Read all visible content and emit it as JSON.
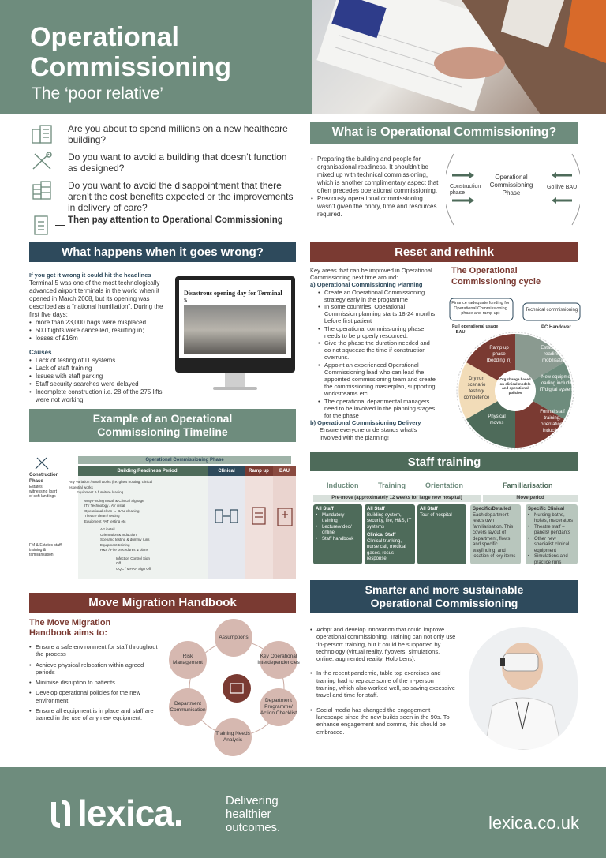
{
  "header": {
    "title_line1": "Operational",
    "title_line2": "Commissioning",
    "subtitle": "The ‘poor relative’"
  },
  "questions": [
    {
      "icon": "building-icon",
      "text": "Are you about to spend millions on a new healthcare building?"
    },
    {
      "icon": "tools-icon",
      "text": "Do you want to avoid a building that doesn’t function as designed?"
    },
    {
      "icon": "money-icon",
      "text": "Do you want to avoid the disappointment that there aren’t the cost benefits expected or the improvements in delivery of care?"
    },
    {
      "icon": "clipboard-icon",
      "text": "Then pay attention to Operational Commissioning"
    }
  ],
  "what_is": {
    "title": "What is Operational Commissioning?",
    "bullets": [
      "Preparing the building and people for organisational readiness. It shouldn’t be mixed up with technical commissioning, which is another complimentary aspect that often precedes operational commissioning.",
      "Previously operational commissioning wasn’t given the priory, time and resources required."
    ],
    "diagram": {
      "left": "Construction phase",
      "center": "Operational Commissioning Phase",
      "right": "Go live BAU"
    }
  },
  "wrong": {
    "title": "What happens when it goes wrong?",
    "lead": "If you get it wrong it could hit the headlines",
    "text": "Terminal 5 was one of the most technologically advanced airport terminals in the world when it opened in March 2008, but its opening was described as a “national humiliation”. During the first five days:",
    "bullets": [
      "more than 23,000 bags were misplaced",
      "500 flights were cancelled, resulting in;",
      "losses of £16m"
    ],
    "causes_title": "Causes",
    "causes": [
      "Lack of testing of IT systems",
      "Lack of staff training",
      "Issues with staff parking",
      "Staff security searches were delayed",
      "Incomplete construction i.e. 28 of the 275 lifts were not working."
    ],
    "headline": "Disastrous opening day for Terminal 5"
  },
  "reset": {
    "title": "Reset and rethink",
    "intro": "Key areas that can be improved in Operational Commissioning next time around:",
    "a_title": "a)  Operational Commissioning Planning",
    "a_bullets": [
      "Create an Operational Commissioning strategy early in the programme",
      "In some countries, Operational Commission planning starts 18-24 months before first patient",
      "The operational commissioning phase needs to be properly resourced.",
      "Give the phase the duration needed and do not squeeze the time if construction overruns.",
      "Appoint an experienced Operational Commissioning lead who can lead the appointed commissioning team and create the commissioning masterplan, supporting workstreams etc.",
      "The operational departmental managers need to be involved in the planning stages for the phase"
    ],
    "b_title": "b)  Operational Commissioning Delivery",
    "b_text": "Ensure everyone understands what’s involved with the planning!",
    "cycle_title": "The Operational Commissioning cycle",
    "cycle": {
      "finance": "Finance (adequate funding for Operational Commissioning phase and ramp up)",
      "technical": "Technical commissioning",
      "full_ops": "Full operational usage – BAU",
      "pc": "PC Handover",
      "center": "Org change based on clinical models and operational policies",
      "segments": [
        "Ramp up phase (bedding in)",
        "Estates + FM readiness/ mobilisation",
        "New equipment loading including IT/digital systems",
        "Formal staff training, orientation/ induction",
        "Physical moves",
        "Dry run scenario testing/ competence"
      ]
    }
  },
  "timeline": {
    "title_line1": "Example of an Operational",
    "title_line2": "Commissioning Timeline",
    "phase": "Operational Commissioning Phase",
    "construction": "Construction Phase",
    "brp": "Building Readiness Period",
    "clinical": "Clinical",
    "rampup": "Ramp up",
    "bau": "BAU",
    "side1": "Estates witnessing (part of soft landings",
    "side2": "FM & Estates staff training & familiarisation",
    "items": [
      "Any Variation / small works (i.e. glass frosting, clinical essential works",
      "Equipment & furniture loading",
      "Way Finding Install & Clinical Signage",
      "IT / Technology / AV install",
      "Operational clean → BAU cleaning",
      "Theatre clean / testing",
      "Equipment PAT testing etc",
      "Art install",
      "Orientation & Induction",
      "Scenario testing & dummy runs",
      "Equipment training",
      "H&S / Fire procedures & plans",
      "Infection Control Sign Off",
      "CQC / MHRA Sign Off"
    ]
  },
  "training": {
    "title": "Staff training",
    "stages": [
      "Induction",
      "Training",
      "Orientation",
      "Familiarisation"
    ],
    "premove": "Pre-move (approximately 12 weeks for large new hospital)",
    "move": "Move period",
    "boxes": [
      {
        "title": "All Staff",
        "lines": [
          "Mandatory training",
          "Lecture/video/ online",
          "Staff handbook"
        ]
      },
      {
        "title": "All Staff",
        "lines": [
          "Building system, security, fire, H&S, IT systems"
        ],
        "title2": "Clinical Staff",
        "lines2": [
          "Clinical trunking, nurse call, medical gases, resus response"
        ]
      },
      {
        "title": "All Staff",
        "lines": [
          "Tour of hospital"
        ]
      },
      {
        "title": "Specific/Detailed",
        "lines": [
          "Each department leads own familiarisation. This covers layout of department, flows and specific wayfinding, and location of key items"
        ]
      },
      {
        "title": "Specific Clinical",
        "lines": [
          "Nursing baths, hoists, macerators",
          "Theatre staff – panels/ pendants",
          "Other new specialist clinical equipment",
          "Simulations and practice runs"
        ]
      }
    ]
  },
  "migration": {
    "title": "Move Migration Handbook",
    "subtitle": "The Move Migration Handbook aims to:",
    "bullets": [
      "Ensure a safe environment for staff throughout the process",
      "Achieve physical relocation within agreed periods",
      "Minimise disruption to patients",
      "Develop operational policies for the new environment",
      "Ensure all equipment is in place and staff are trained in the use of any new equipment."
    ],
    "nodes": [
      "Assumptions",
      "Key Operational Interdependencies",
      "Department Programme/ Action Checklist",
      "Training Needs Analysis",
      "Department Communication",
      "Risk Management"
    ]
  },
  "smarter": {
    "title_line1": "Smarter and more sustainable",
    "title_line2": "Operational Commissioning",
    "bullets": [
      "Adopt and develop innovation that could improve operational commissioning. Training can not only use ‘in-person’ training, but it could be supported by technology (virtual reality, flyovers, simulations, online, augmented reality, Holo Lens).",
      "In the recent pandemic, table top exercises and training had to replace some of the in-person training, which also worked well, so saving excessive travel and time for staff.",
      "Social media has changed the engagement landscape since the new builds seen in the 90s. To enhance engagement and comms, this should be embraced."
    ]
  },
  "footer": {
    "logo": "lexica.",
    "tagline_1": "Delivering",
    "tagline_2": "healthier",
    "tagline_3": "outcomes.",
    "url": "lexica.co.uk"
  },
  "colors": {
    "green": "#6e8c7d",
    "navy": "#2e4a5c",
    "red": "#7a3a32",
    "rose": "#d6b8b0"
  }
}
